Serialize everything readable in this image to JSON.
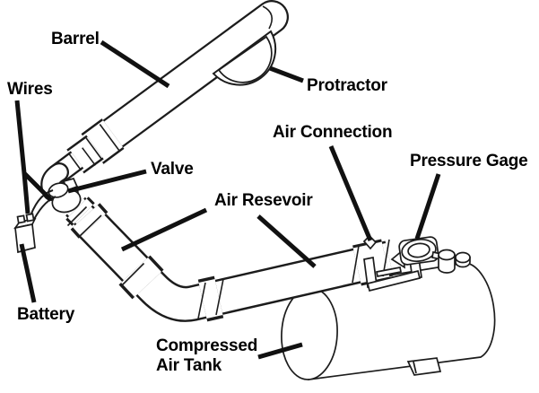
{
  "meta": {
    "background_color": "#ffffff",
    "line_color": "#1c1c1c",
    "leader_color": "#111111",
    "text_color": "#000000"
  },
  "diagram": {
    "labels": {
      "barrel": "Barrel",
      "wires": "Wires",
      "protractor": "Protractor",
      "valve": "Valve",
      "air_connection": "Air Connection",
      "pressure_gage": "Pressure Gage",
      "air_resevoir": "Air Resevoir",
      "battery": "Battery",
      "compressed_air_tank": "Compressed\nAir Tank"
    }
  }
}
